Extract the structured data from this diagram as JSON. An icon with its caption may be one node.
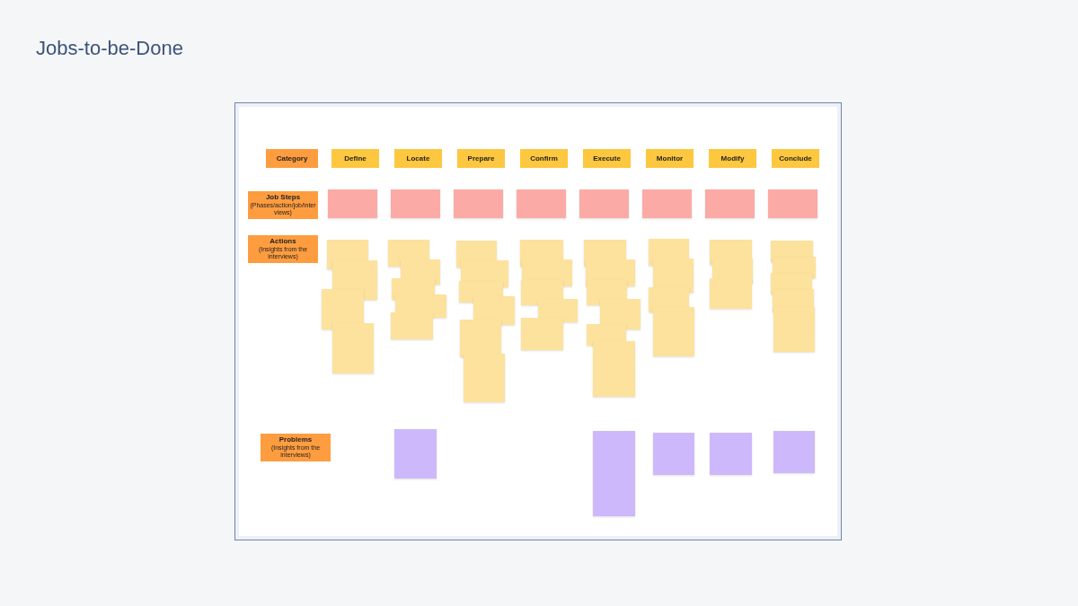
{
  "diagram": {
    "title": "Jobs-to-be-Done",
    "nodes": [
      {
        "text": [
          "Category"
        ]
      },
      {
        "text": [
          "Define"
        ]
      },
      {
        "text": [
          "Locate"
        ]
      },
      {
        "text": [
          "Prepare"
        ]
      },
      {
        "text": [
          "Confirm"
        ]
      },
      {
        "text": [
          "Execute"
        ]
      },
      {
        "text": [
          "Monitor"
        ]
      },
      {
        "text": [
          "Modify"
        ]
      },
      {
        "text": [
          "Conclude"
        ]
      },
      {
        "text": [
          "Job Steps",
          "(Phases/action/job/interviews)"
        ]
      },
      {
        "text": [],
        "shape": "note"
      },
      {
        "text": [],
        "shape": "note"
      },
      {
        "text": [],
        "shape": "note"
      },
      {
        "text": [],
        "shape": "note"
      },
      {
        "text": [],
        "shape": "note"
      },
      {
        "text": [],
        "shape": "note"
      },
      {
        "text": [],
        "shape": "note"
      },
      {
        "text": [],
        "shape": "note"
      },
      {
        "text": [
          "Actions",
          "(Insights from the interviews)"
        ]
      },
      {
        "text": [],
        "shape": "note"
      },
      {
        "text": [],
        "shape": "note"
      },
      {
        "text": [],
        "shape": "note"
      },
      {
        "text": [],
        "shape": "note"
      },
      {
        "text": [],
        "shape": "note"
      },
      {
        "text": [],
        "shape": "note"
      },
      {
        "text": [],
        "shape": "note"
      },
      {
        "text": [],
        "shape": "note"
      },
      {
        "text": [],
        "shape": "note"
      },
      {
        "text": [],
        "shape": "note"
      },
      {
        "text": [],
        "shape": "note"
      },
      {
        "text": [],
        "shape": "note"
      },
      {
        "text": [],
        "shape": "note"
      },
      {
        "text": [],
        "shape": "note"
      },
      {
        "text": [],
        "shape": "note"
      },
      {
        "text": [],
        "shape": "note"
      },
      {
        "text": [],
        "shape": "note"
      },
      {
        "text": [],
        "shape": "note"
      },
      {
        "text": [],
        "shape": "note"
      },
      {
        "text": [],
        "shape": "note"
      },
      {
        "text": [],
        "shape": "note"
      },
      {
        "text": [],
        "shape": "note"
      },
      {
        "text": [],
        "shape": "note"
      },
      {
        "text": [],
        "shape": "note"
      },
      {
        "text": [],
        "shape": "note"
      },
      {
        "text": [],
        "shape": "note"
      },
      {
        "text": [],
        "shape": "note"
      },
      {
        "text": [],
        "shape": "note"
      },
      {
        "text": [],
        "shape": "note"
      },
      {
        "text": [],
        "shape": "note"
      },
      {
        "text": [],
        "shape": "note"
      },
      {
        "text": [],
        "shape": "note"
      },
      {
        "text": [],
        "shape": "note"
      },
      {
        "text": [],
        "shape": "note"
      },
      {
        "text": [],
        "shape": "note"
      },
      {
        "text": [],
        "shape": "note"
      },
      {
        "text": [],
        "shape": "note"
      },
      {
        "text": [],
        "shape": "note"
      },
      {
        "text": [
          "Problems",
          "(Insights from the interviews)"
        ]
      },
      {
        "text": [],
        "shape": "note"
      },
      {
        "text": [],
        "shape": "note"
      },
      {
        "text": [],
        "shape": "note"
      },
      {
        "text": [],
        "shape": "note"
      },
      {
        "text": [],
        "shape": "note"
      }
    ]
  }
}
